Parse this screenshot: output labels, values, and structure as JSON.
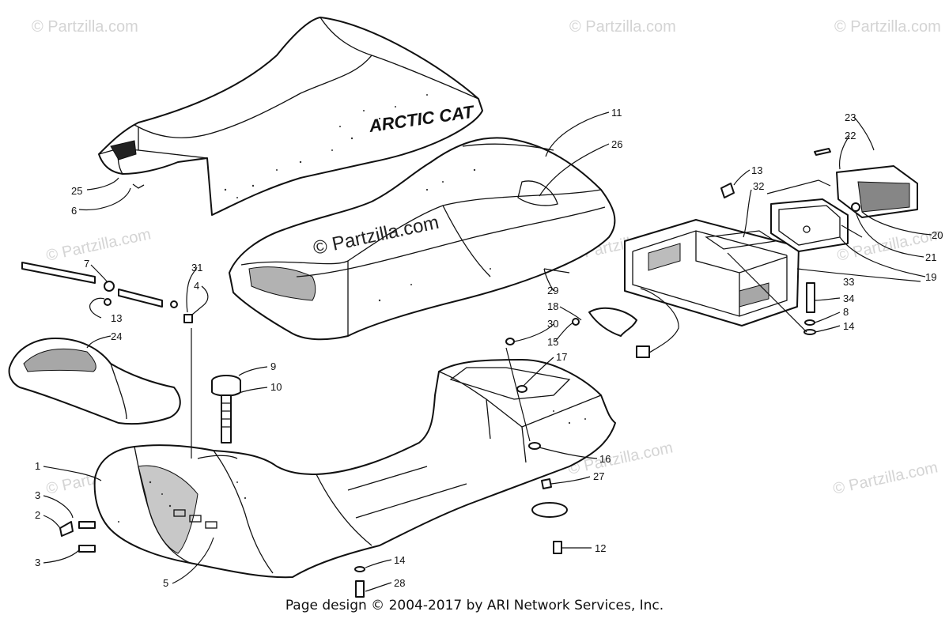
{
  "watermark": "© Partzilla.com",
  "center_watermark": "© Partzilla.com",
  "brand_text": "ARCTIC CAT",
  "footer": "Page design © 2004-2017 by ARI Network Services, Inc.",
  "callouts": [
    {
      "id": "c25",
      "label": "25"
    },
    {
      "id": "c6",
      "label": "6"
    },
    {
      "id": "c11",
      "label": "11"
    },
    {
      "id": "c26",
      "label": "26"
    },
    {
      "id": "c23",
      "label": "23"
    },
    {
      "id": "c22",
      "label": "22"
    },
    {
      "id": "c13a",
      "label": "13"
    },
    {
      "id": "c32",
      "label": "32"
    },
    {
      "id": "c20",
      "label": "20"
    },
    {
      "id": "c21",
      "label": "21"
    },
    {
      "id": "c19",
      "label": "19"
    },
    {
      "id": "c33",
      "label": "33"
    },
    {
      "id": "c34",
      "label": "34"
    },
    {
      "id": "c8",
      "label": "8"
    },
    {
      "id": "c14a",
      "label": "14"
    },
    {
      "id": "c29",
      "label": "29"
    },
    {
      "id": "c18",
      "label": "18"
    },
    {
      "id": "c30",
      "label": "30"
    },
    {
      "id": "c15",
      "label": "15"
    },
    {
      "id": "c17",
      "label": "17"
    },
    {
      "id": "c16",
      "label": "16"
    },
    {
      "id": "c27",
      "label": "27"
    },
    {
      "id": "c12",
      "label": "12"
    },
    {
      "id": "c14b",
      "label": "14"
    },
    {
      "id": "c28",
      "label": "28"
    },
    {
      "id": "c7",
      "label": "7"
    },
    {
      "id": "c31",
      "label": "31"
    },
    {
      "id": "c4",
      "label": "4"
    },
    {
      "id": "c13b",
      "label": "13"
    },
    {
      "id": "c24",
      "label": "24"
    },
    {
      "id": "c9",
      "label": "9"
    },
    {
      "id": "c10",
      "label": "10"
    },
    {
      "id": "c1",
      "label": "1"
    },
    {
      "id": "c3a",
      "label": "3"
    },
    {
      "id": "c2",
      "label": "2"
    },
    {
      "id": "c3b",
      "label": "3"
    },
    {
      "id": "c5",
      "label": "5"
    }
  ]
}
